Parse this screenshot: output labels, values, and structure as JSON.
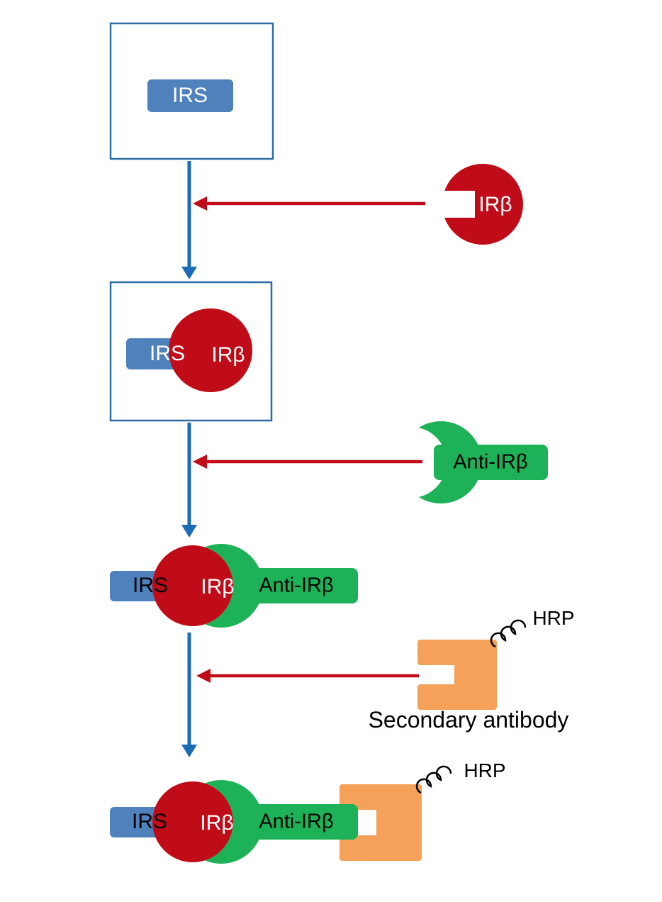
{
  "colors": {
    "irs_fill": "#4f81bd",
    "box_border": "#2e6da4",
    "arrow_blue": "#1b6bb5",
    "red": "#c00b18",
    "green": "#1db257",
    "orange": "#f5a15a",
    "squiggle": "#000000"
  },
  "steps": {
    "step1": {
      "irs": "IRS"
    },
    "step2": {
      "irs": "IRS",
      "irb": "IRβ"
    },
    "step3": {
      "irs": "IRS",
      "irb": "IRβ",
      "anti_irb": "Anti-IRβ"
    },
    "step4": {
      "irs": "IRS",
      "irb": "IRβ",
      "anti_irb": "Anti-IRβ",
      "hrp": "HRP"
    }
  },
  "reagents": {
    "irb": {
      "label": "IRβ"
    },
    "anti_irb": {
      "label": "Anti-IRβ"
    },
    "secondary": {
      "hrp": "HRP",
      "caption": "Secondary antibody"
    }
  }
}
